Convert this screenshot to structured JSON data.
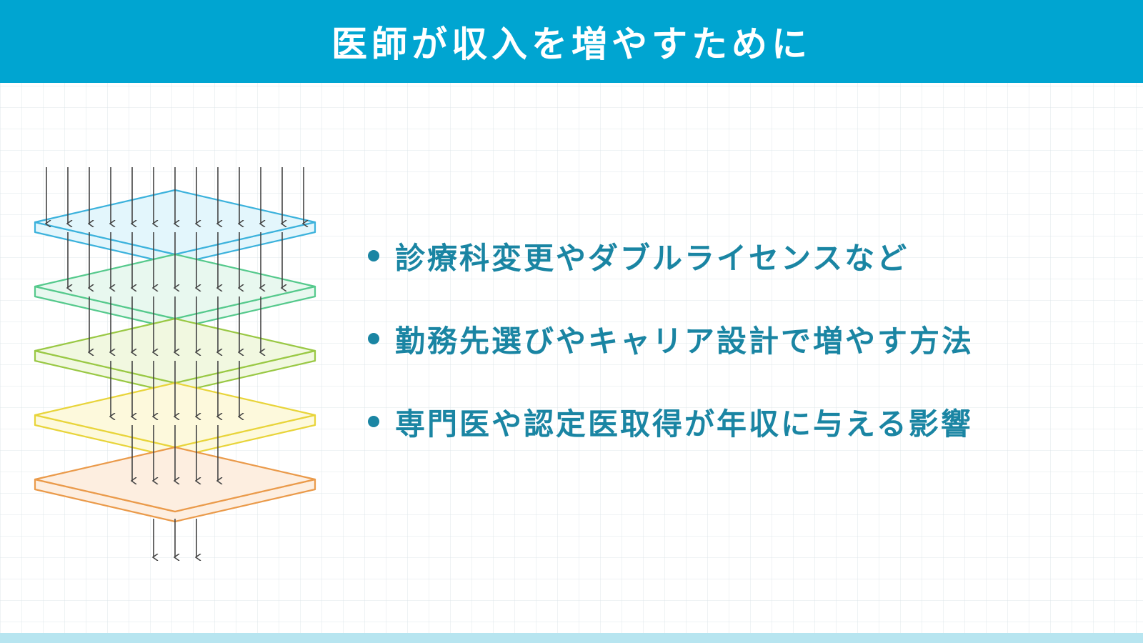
{
  "colors": {
    "header_bg": "#00a5d1",
    "footer_bg": "#b7e5f0",
    "bullet_text": "#1a85a3",
    "bullet_dot": "#1a85a3",
    "arrow": "#444444"
  },
  "header": {
    "title": "医師が収入を増やすために"
  },
  "bullets": [
    {
      "text": "診療科変更やダブルライセンスなど"
    },
    {
      "text": "勤務先選びやキャリア設計で増やす方法"
    },
    {
      "text": "専門医や認定医取得が年収に与える影響"
    }
  ],
  "diagram": {
    "icon": "funnel-layers-icon",
    "layers": [
      {
        "stroke": "#3cb2dc",
        "fill": "#e3f6fc",
        "arrows": 13
      },
      {
        "stroke": "#55c98c",
        "fill": "#e8f8ef",
        "arrows": 11
      },
      {
        "stroke": "#99c844",
        "fill": "#f1f8e0",
        "arrows": 9
      },
      {
        "stroke": "#e8d43a",
        "fill": "#fdf9dc",
        "arrows": 7
      },
      {
        "stroke": "#ea9a4a",
        "fill": "#fdeee0",
        "arrows": 5
      }
    ],
    "bottom_arrows": 3
  }
}
